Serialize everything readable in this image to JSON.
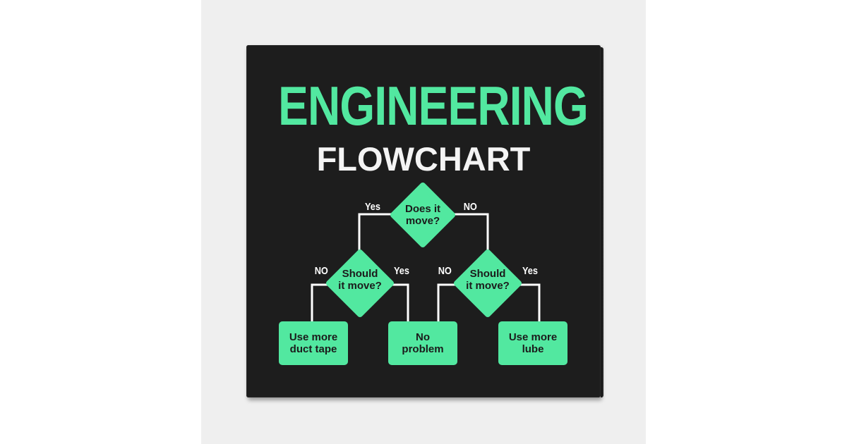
{
  "title": "ENGINEERING",
  "subtitle": "FLOWCHART",
  "colors": {
    "accent": "#52e8a0",
    "panel": "#1d1d1d",
    "backdrop": "#efefef",
    "line": "#ffffff",
    "node_text": "#1b1b1b"
  },
  "nodes": {
    "does_it_move": "Does it\nmove?",
    "should_it_move_left": "Should\nit move?",
    "should_it_move_right": "Should\nit move?",
    "use_more_duct_tape": "Use more\nduct tape",
    "no_problem": "No\nproblem",
    "use_more_lube": "Use more\nlube"
  },
  "edges": {
    "top_yes": "Yes",
    "top_no": "NO",
    "left_no": "NO",
    "left_yes": "Yes",
    "right_no": "NO",
    "right_yes": "Yes"
  }
}
